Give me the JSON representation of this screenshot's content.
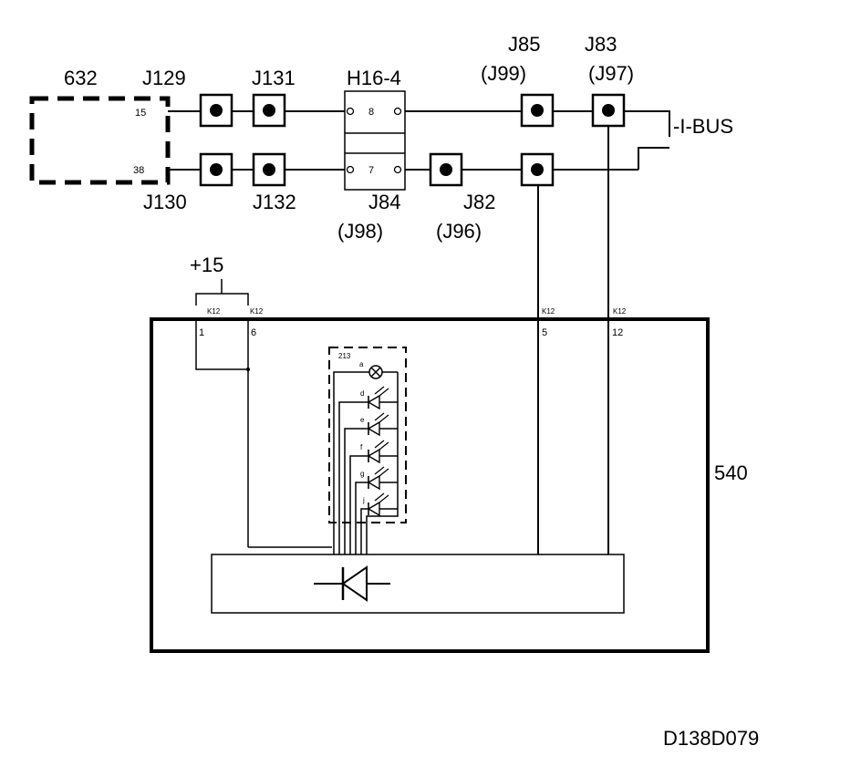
{
  "labels": {
    "module_632": "632",
    "j129": "J129",
    "j131": "J131",
    "h16_4": "H16-4",
    "j85": "J85",
    "j99": "(J99)",
    "j83": "J83",
    "j97": "(J97)",
    "i_bus": "-I-BUS",
    "j130": "J130",
    "j132": "J132",
    "j84": "J84",
    "j98": "(J98)",
    "j82": "J82",
    "j96": "(J96)",
    "plus15": "+15",
    "unit_540": "540",
    "figure_id": "D138D079"
  },
  "pins": {
    "p15": "15",
    "p38": "38",
    "h16_top": "8",
    "h16_bottom": "7",
    "k12_a": "K12",
    "k12_b": "K12",
    "k12_c": "K12",
    "k12_d": "K12",
    "k_pin1": "1",
    "k_pin6": "6",
    "k_pin5": "5",
    "k_pin12": "12"
  },
  "indicator": {
    "id": "213",
    "lamp_label": "a",
    "led_labels": [
      "d",
      "e",
      "f",
      "g",
      "j"
    ]
  }
}
